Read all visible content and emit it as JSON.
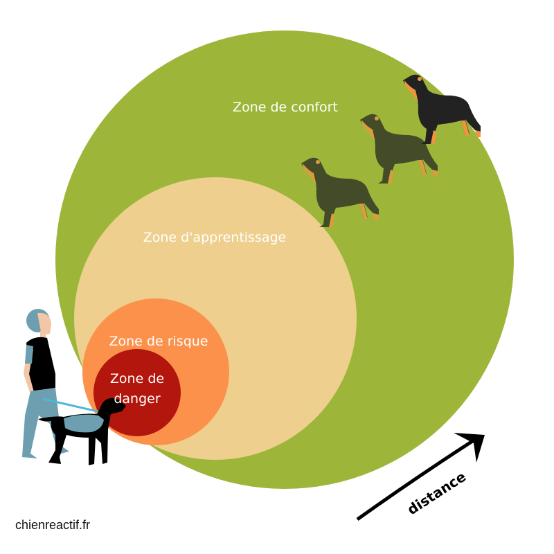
{
  "zones": {
    "comfort": {
      "label": "Zone de confort",
      "color": "#9db63a"
    },
    "learning": {
      "label": "Zone d'apprentissage",
      "color": "#eecf8e"
    },
    "risk": {
      "label": "Zone de risque",
      "color": "#fc914c"
    },
    "danger": {
      "label_line1": "Zone de",
      "label_line2": "danger",
      "color": "#b3160c"
    }
  },
  "arrow": {
    "label": "distance"
  },
  "credit": "chienreactif.fr"
}
